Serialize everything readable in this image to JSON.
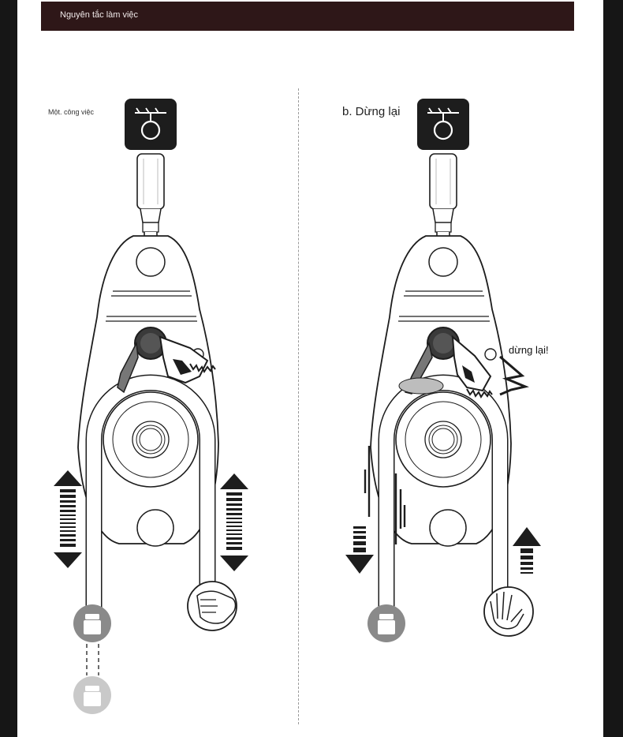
{
  "header": {
    "title": "Nguyên tắc làm việc"
  },
  "panels": [
    {
      "id": "a",
      "label": "Một. công việc"
    },
    {
      "id": "b",
      "label": "b. Dừng lại",
      "callout": "dừng lại!"
    }
  ],
  "icons": [
    "anchor-icon",
    "weight-icon",
    "fist-icon",
    "open-hand-icon",
    "arrow-up-down-icon",
    "arrow-down-icon",
    "arrow-up-icon",
    "impact-icon"
  ],
  "colors": {
    "header_bg": "#2e1718",
    "ink": "#1d1d1d",
    "weight": "#8a8a8a",
    "weight_faded": "#c9c9c9"
  }
}
